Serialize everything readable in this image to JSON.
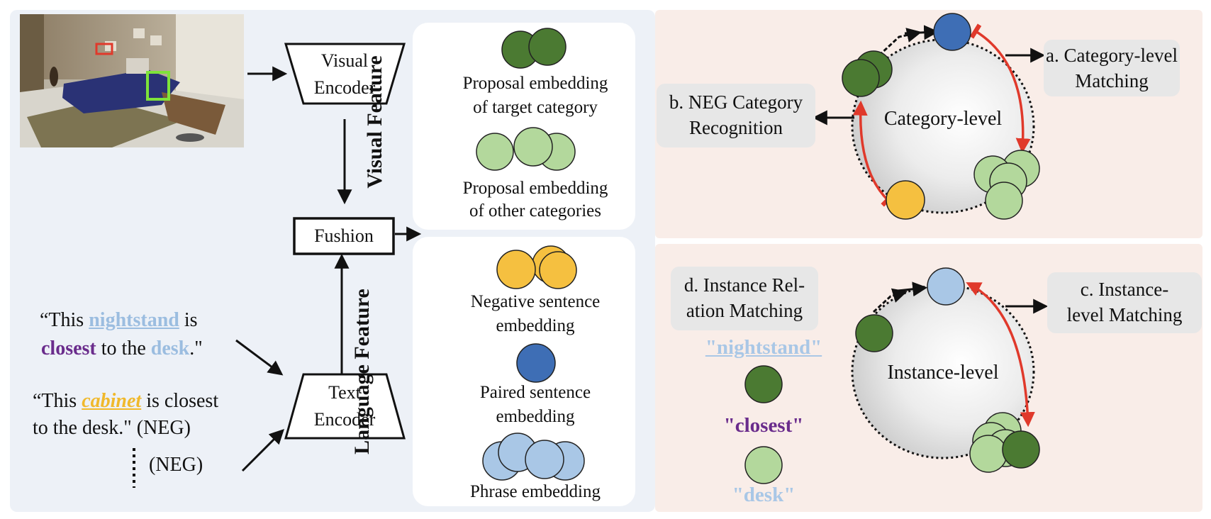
{
  "colors": {
    "dark_green": "#4b7a32",
    "light_green": "#b3d89c",
    "yellow": "#f5c040",
    "blue": "#3e6eb5",
    "light_blue": "#a9c7e6",
    "purple": "#6a2c8c",
    "red": "#e0392b"
  },
  "encoder": {
    "visual_line1": "Visual",
    "visual_line2": "Encoder",
    "text_line1": "Text",
    "text_line2": "Encoder",
    "fusion": "Fushion"
  },
  "visual_feature": {
    "section_label": "Visual Feature",
    "target_line1": "Proposal embedding",
    "target_line2": "of target category",
    "other_line1": "Proposal embedding",
    "other_line2": "of other categories"
  },
  "language_feature": {
    "section_label": "Language Feature",
    "neg_line1": "Negative sentence",
    "neg_line2": "embedding",
    "paired_line1": "Paired sentence",
    "paired_line2": "embedding",
    "phrase": "Phrase embedding"
  },
  "sentences": {
    "s1_open": "“This ",
    "s1_word1": "nightstand",
    "s1_mid": " is",
    "s1_word2": "closest",
    "s1_to": " to the ",
    "s1_word3": "desk",
    "s1_end": ".\"",
    "s2_open": "“This ",
    "s2_word": "cabinet",
    "s2_rest": " is closest",
    "s2_line2": "to the desk.\" (NEG)",
    "s3": "(NEG)"
  },
  "category_panel": {
    "center_label": "Category-level",
    "a_line1": "a. Category-level",
    "a_line2": "Matching",
    "b_line1": "b. NEG Category",
    "b_line2": "Recognition"
  },
  "instance_panel": {
    "center_label": "Instance-level",
    "c_line1": "c. Instance-",
    "c_line2": "level Matching",
    "d_line1": "d. Instance Rel-",
    "d_line2": "ation Matching",
    "token1": "\"nightstand\"",
    "token2": "\"closest\"",
    "token3": "\"desk\""
  }
}
